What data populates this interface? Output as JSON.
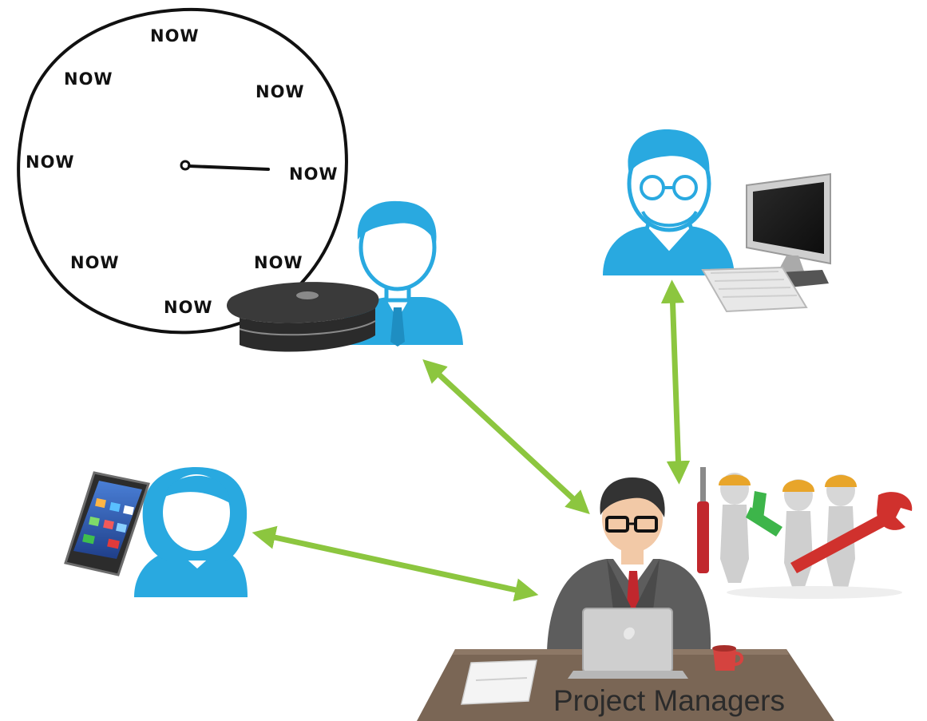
{
  "clock": {
    "labels": [
      "NOW",
      "NOW",
      "NOW",
      "NOW",
      "NOW",
      "NOW",
      "NOW",
      "NOW"
    ]
  },
  "caption": {
    "label": "Project Managers"
  },
  "colors": {
    "person_blue": "#29a9e0",
    "arrow_green": "#8cc63f",
    "desk_brown": "#7a6655",
    "suit_gray": "#5d5d5d",
    "tie_red": "#c1272d"
  },
  "icons": [
    "clock-icon",
    "router-icon",
    "phone-icon",
    "computer-icon",
    "laptop-icon",
    "mug-icon",
    "tools-icon"
  ]
}
